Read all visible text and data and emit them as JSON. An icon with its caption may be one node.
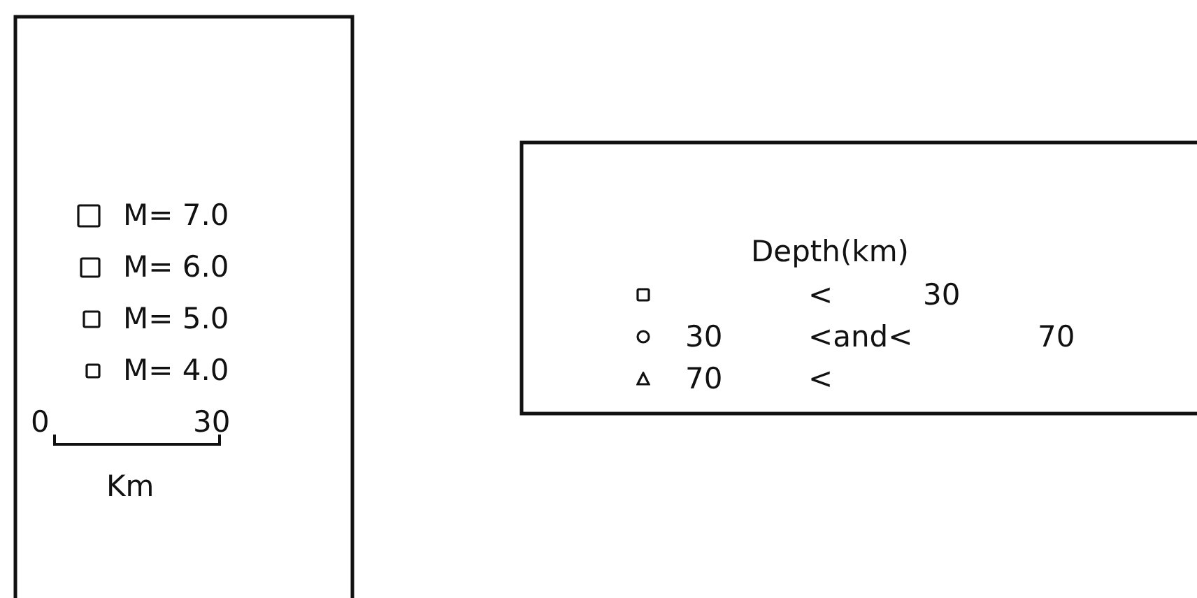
{
  "diagram": {
    "labels": [
      "Depth(km)",
      "0",
      "30",
      "Km"
    ],
    "legend": [
      {
        "text": "M= 7.0"
      },
      {
        "text": "M= 6.0"
      },
      {
        "text": "M= 5.0"
      },
      {
        "text": "M= 4.0"
      },
      {
        "text": "< 30"
      },
      {
        "text": "30 <and< 70"
      },
      {
        "text": "70 <"
      }
    ]
  }
}
